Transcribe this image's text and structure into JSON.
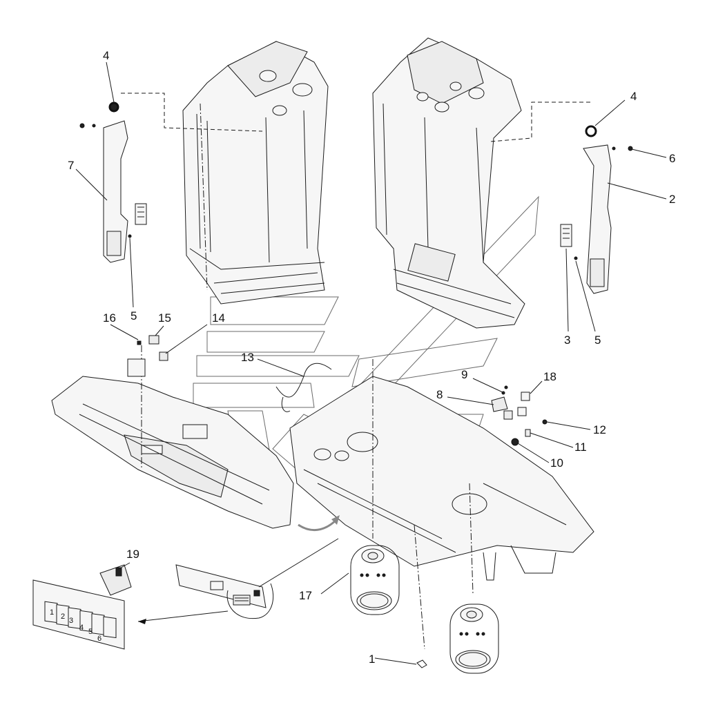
{
  "callouts": [
    {
      "id": "c1",
      "label": "1"
    },
    {
      "id": "c2",
      "label": "2"
    },
    {
      "id": "c3",
      "label": "3"
    },
    {
      "id": "c4a",
      "label": "4"
    },
    {
      "id": "c4b",
      "label": "4"
    },
    {
      "id": "c5a",
      "label": "5"
    },
    {
      "id": "c5b",
      "label": "5"
    },
    {
      "id": "c6",
      "label": "6"
    },
    {
      "id": "c7",
      "label": "7"
    },
    {
      "id": "c8",
      "label": "8"
    },
    {
      "id": "c9",
      "label": "9"
    },
    {
      "id": "c10",
      "label": "10"
    },
    {
      "id": "c11",
      "label": "11"
    },
    {
      "id": "c12",
      "label": "12"
    },
    {
      "id": "c13",
      "label": "13"
    },
    {
      "id": "c14",
      "label": "14"
    },
    {
      "id": "c15",
      "label": "15"
    },
    {
      "id": "c16",
      "label": "16"
    },
    {
      "id": "c17",
      "label": "17"
    },
    {
      "id": "c18",
      "label": "18"
    },
    {
      "id": "c19",
      "label": "19"
    }
  ],
  "switch_panel": {
    "slot_numbers": [
      "1",
      "2",
      "3",
      "4",
      "5",
      "6"
    ]
  },
  "colors": {
    "line": "#1a1a1a",
    "fill": "#f6f6f6",
    "watermark": "#6a6a6a"
  }
}
